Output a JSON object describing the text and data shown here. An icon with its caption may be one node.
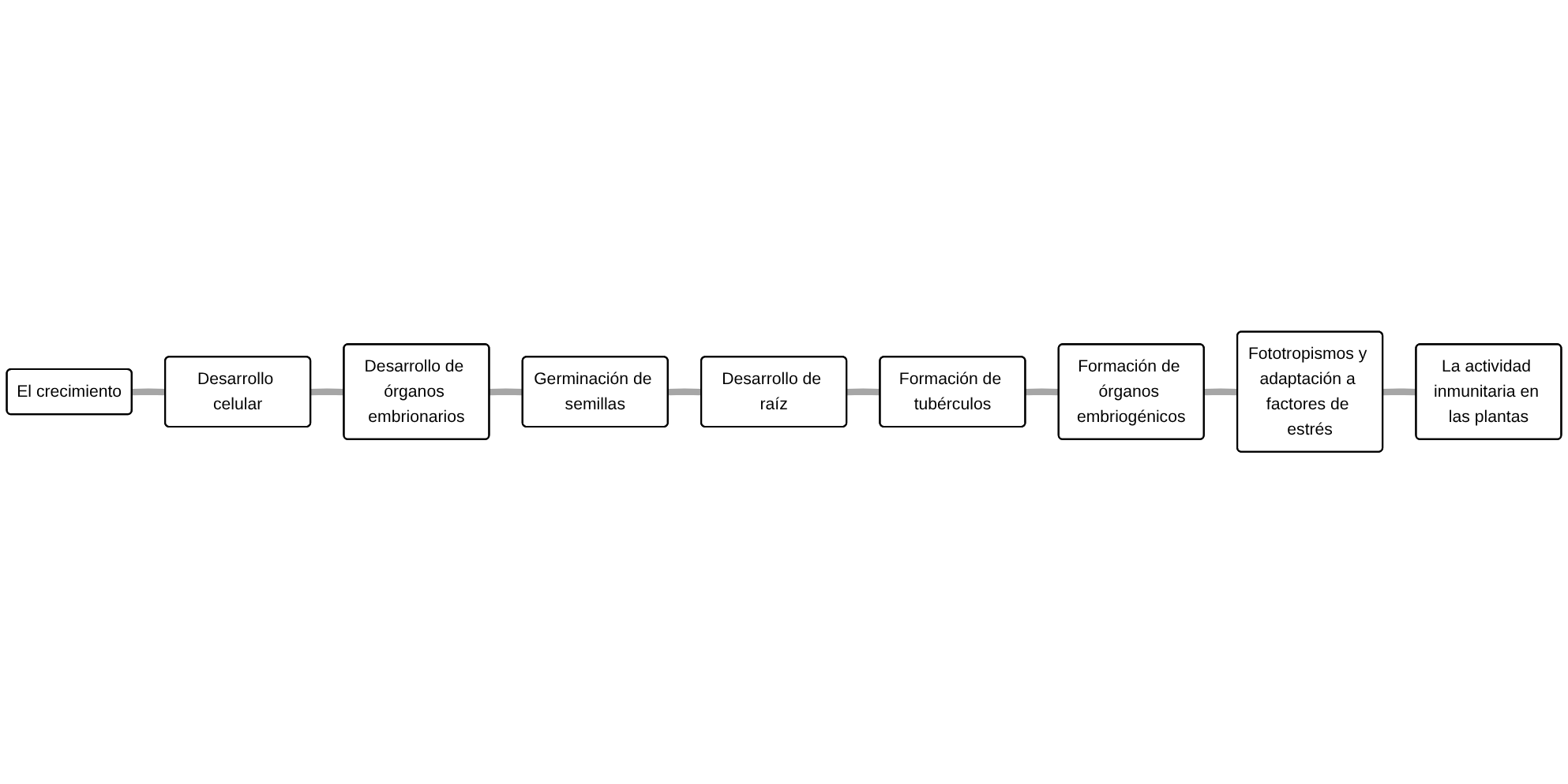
{
  "diagram": {
    "nodes": [
      {
        "text": [
          "El crecimiento"
        ]
      },
      {
        "text": [
          "Desarrollo celular"
        ]
      },
      {
        "text": [
          "Desarrollo de órganos embrionarios"
        ]
      },
      {
        "text": [
          "Germinación de semillas"
        ]
      },
      {
        "text": [
          "Desarrollo de raíz"
        ]
      },
      {
        "text": [
          "Formación de tubérculos"
        ]
      },
      {
        "text": [
          "Formación de órganos embriogénicos"
        ]
      },
      {
        "text": [
          "Fototropismos y adaptación a factores de estrés"
        ]
      },
      {
        "text": [
          "La actividad inmunitaria en las plantas"
        ]
      }
    ],
    "edges": [
      {
        "from": 0,
        "to": 1,
        "arrow": "none"
      },
      {
        "from": 1,
        "to": 2,
        "arrow": "none"
      },
      {
        "from": 2,
        "to": 3,
        "arrow": "none"
      },
      {
        "from": 3,
        "to": 4,
        "arrow": "none"
      },
      {
        "from": 4,
        "to": 5,
        "arrow": "none"
      },
      {
        "from": 5,
        "to": 6,
        "arrow": "none"
      },
      {
        "from": 6,
        "to": 7,
        "arrow": "none"
      },
      {
        "from": 7,
        "to": 8,
        "arrow": "none"
      }
    ]
  }
}
